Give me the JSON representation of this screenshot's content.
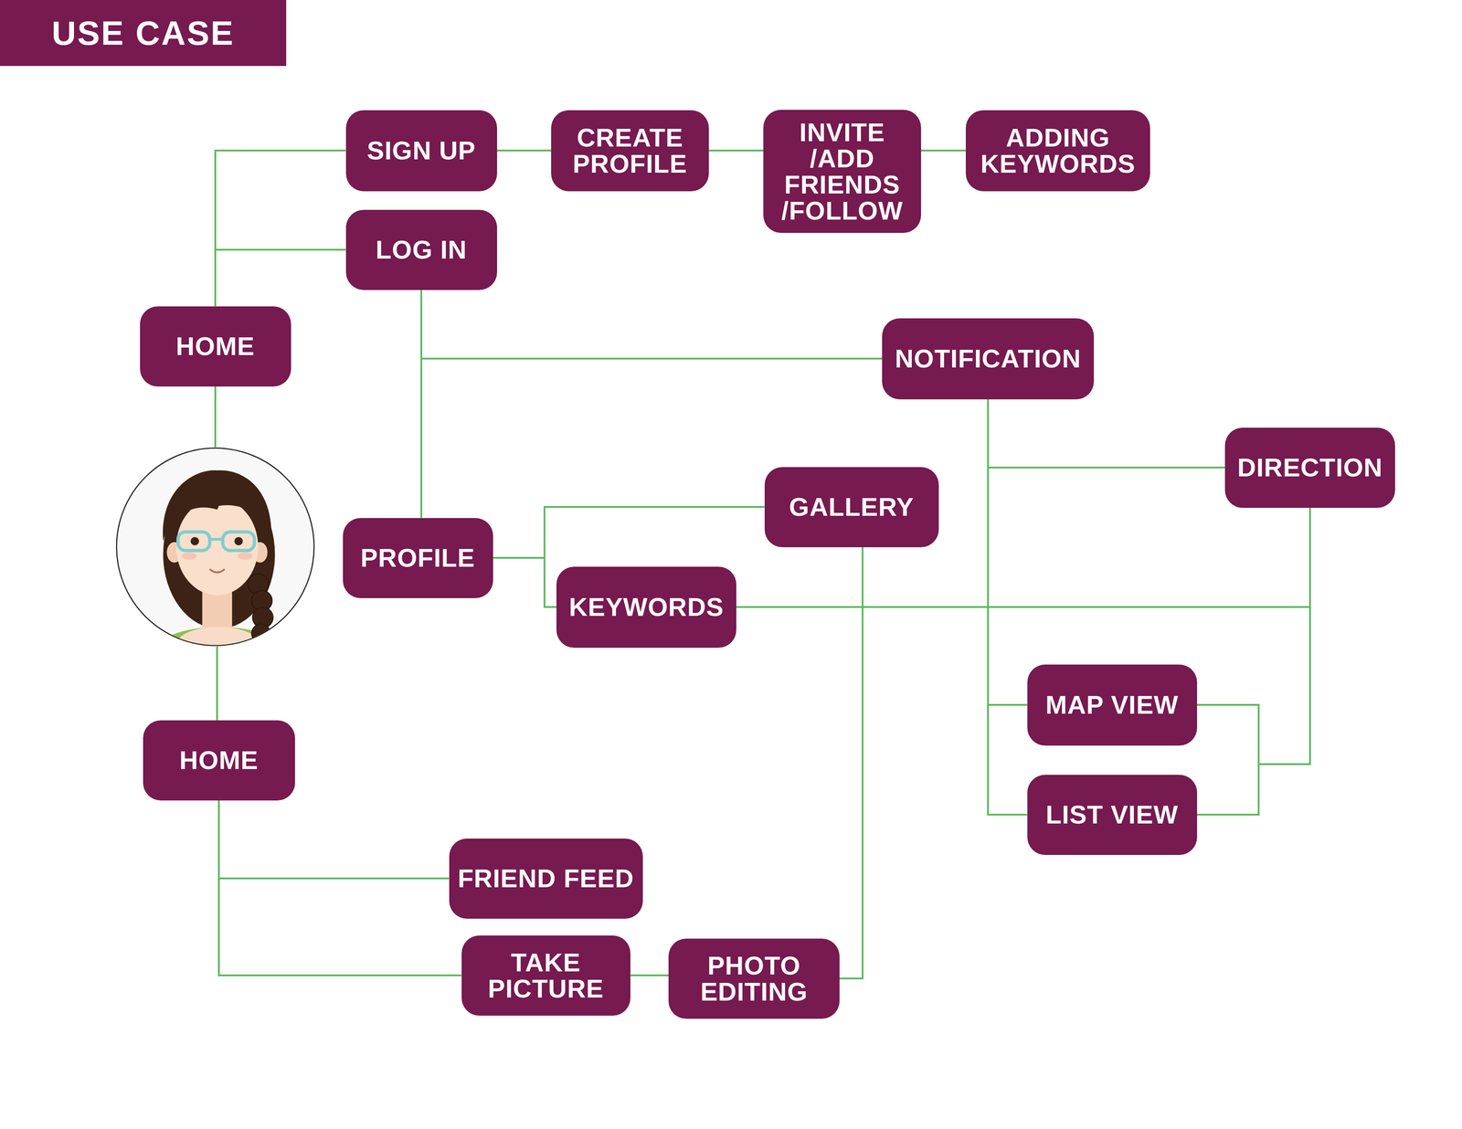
{
  "diagram": {
    "title": "USE CASE",
    "nodes": [
      {
        "text": [
          "SIGN UP"
        ]
      },
      {
        "text": [
          "CREATE PROFILE"
        ]
      },
      {
        "text": [
          "INVITE /ADD FRIENDS /FOLLOW"
        ]
      },
      {
        "text": [
          "ADDING KEYWORDS"
        ]
      },
      {
        "text": [
          "LOG IN"
        ]
      },
      {
        "text": [
          "HOME"
        ]
      },
      {
        "text": [
          "NOTIFICATION"
        ]
      },
      {
        "text": [
          "DIRECTION"
        ]
      },
      {
        "text": [
          "GALLERY"
        ]
      },
      {
        "text": [
          "PROFILE"
        ]
      },
      {
        "text": [
          "KEYWORDS"
        ]
      },
      {
        "text": [
          "MAP VIEW"
        ]
      },
      {
        "text": [
          "LIST VIEW"
        ]
      },
      {
        "text": [
          "HOME"
        ]
      },
      {
        "text": [
          "FRIEND FEED"
        ]
      },
      {
        "text": [
          "TAKE PICTURE"
        ]
      },
      {
        "text": [
          "PHOTO EDITING"
        ]
      }
    ],
    "edges": [
      {
        "from": 5,
        "to": 0,
        "arrow": "none"
      },
      {
        "from": 5,
        "to": 4,
        "arrow": "none"
      },
      {
        "from": 0,
        "to": 1,
        "arrow": "none"
      },
      {
        "from": 1,
        "to": 2,
        "arrow": "none"
      },
      {
        "from": 2,
        "to": 3,
        "arrow": "none"
      },
      {
        "from": 4,
        "to": 9,
        "arrow": "none"
      },
      {
        "from": 4,
        "to": 6,
        "arrow": "none"
      },
      {
        "from": 9,
        "to": 8,
        "arrow": "none"
      },
      {
        "from": 9,
        "to": 10,
        "arrow": "none"
      },
      {
        "from": 6,
        "to": 7,
        "arrow": "none"
      },
      {
        "from": 6,
        "to": 11,
        "arrow": "none"
      },
      {
        "from": 6,
        "to": 12,
        "arrow": "none"
      },
      {
        "from": 10,
        "to": 11,
        "arrow": "none"
      },
      {
        "from": 10,
        "to": 12,
        "arrow": "none"
      },
      {
        "from": 7,
        "to": 11,
        "arrow": "none"
      },
      {
        "from": 7,
        "to": 12,
        "arrow": "none"
      },
      {
        "from": 16,
        "to": 8,
        "arrow": "none"
      },
      {
        "from": 13,
        "to": 14,
        "arrow": "none"
      },
      {
        "from": 13,
        "to": 15,
        "arrow": "none"
      },
      {
        "from": 15,
        "to": 16,
        "arrow": "none"
      }
    ]
  }
}
